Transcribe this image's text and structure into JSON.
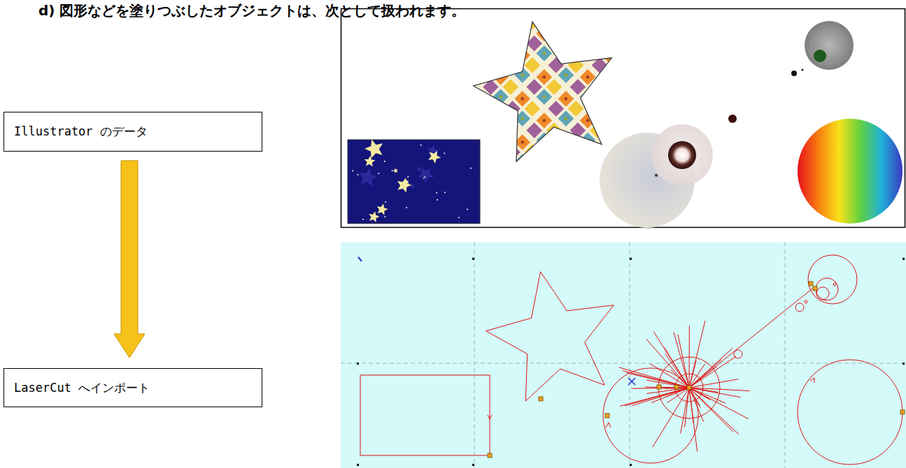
{
  "diagram": {
    "title": "d) 図形などを塗りつぶしたオブジェクトは、次として扱われます。",
    "nodes": [
      {
        "text": [
          "Illustrator のデータ"
        ]
      },
      {
        "text": [
          "LaserCut へインポート"
        ]
      }
    ],
    "edges": [
      {
        "from": 0,
        "to": 1,
        "arrow": "to"
      }
    ]
  }
}
